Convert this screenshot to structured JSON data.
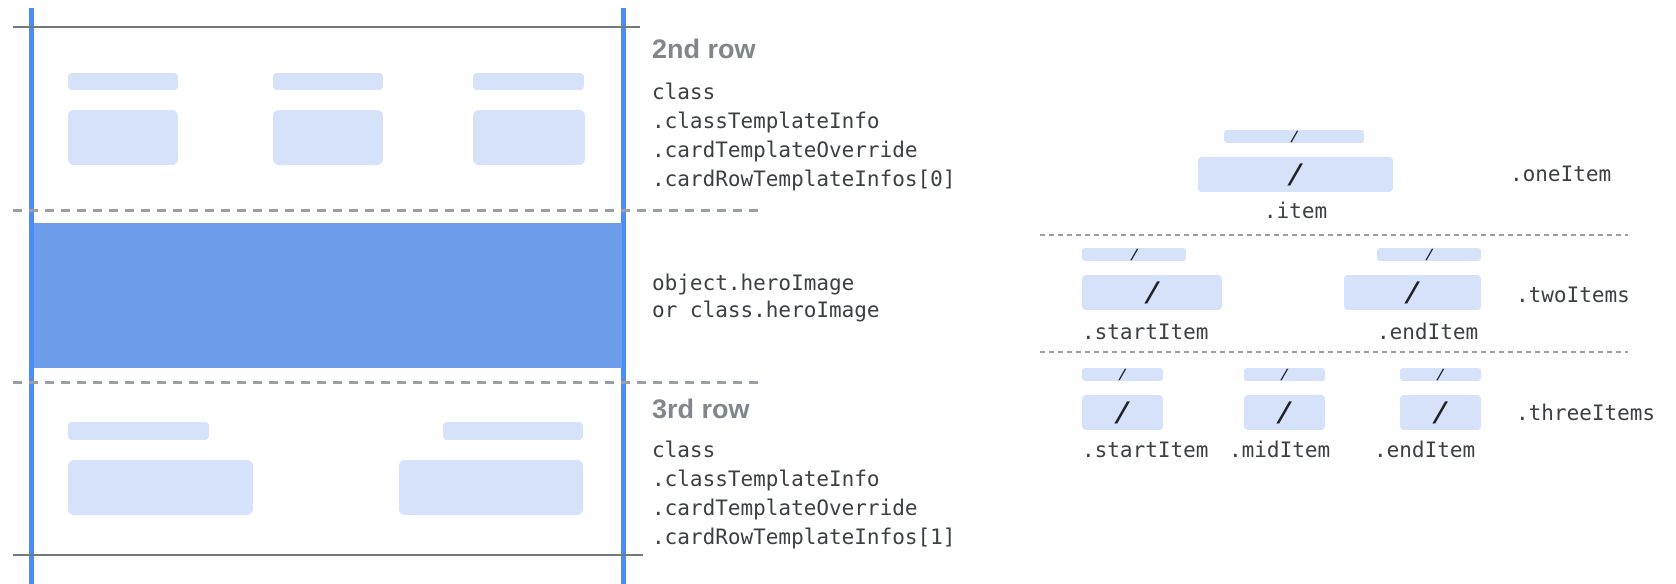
{
  "palette": {
    "guide_blue": "#4c8df5",
    "hero_blue": "#6d9ceb",
    "placeholder_blue": "#d6e2fa",
    "solid_line_gray": "#76797c",
    "dashed_line_gray": "#9aa0a6",
    "heading_gray": "#80868b",
    "text_dark": "#3c4043"
  },
  "card": {
    "row2": {
      "heading": "2nd row",
      "lines": [
        "class",
        ".classTemplateInfo",
        ".cardTemplateOverride",
        ".cardRowTemplateInfos[0]"
      ]
    },
    "hero": {
      "line1": "object.heroImage",
      "line2": "or class.heroImage"
    },
    "row3": {
      "heading": "3rd row",
      "lines": [
        "class",
        ".classTemplateInfo",
        ".cardTemplateOverride",
        ".cardRowTemplateInfos[1]"
      ]
    }
  },
  "items": {
    "one": {
      "label": ".oneItem",
      "item_label": ".item"
    },
    "two": {
      "label": ".twoItems",
      "start_label": ".startItem",
      "end_label": ".endItem"
    },
    "three": {
      "label": ".threeItems",
      "start_label": ".startItem",
      "mid_label": ".midItem",
      "end_label": ".endItem"
    }
  },
  "glyphs": {
    "slash": "/"
  }
}
